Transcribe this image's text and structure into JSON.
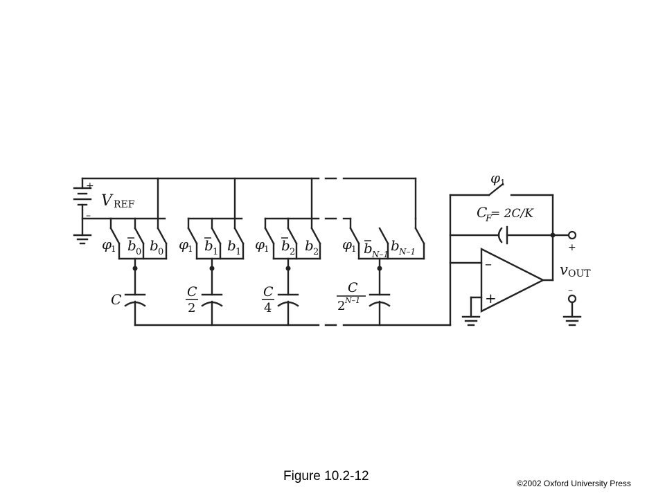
{
  "diagram": {
    "vref_label": "V",
    "vref_sub": "REF",
    "batt_plus": "+",
    "batt_minus": "–",
    "phi": "φ",
    "phi_sub": "1",
    "stages": [
      {
        "b": "b",
        "sub": "0",
        "cap": "C",
        "cap_den": ""
      },
      {
        "b": "b",
        "sub": "1",
        "cap": "C",
        "cap_den": "2"
      },
      {
        "b": "b",
        "sub": "2",
        "cap": "C",
        "cap_den": "4"
      },
      {
        "b": "b",
        "sub": "N–1",
        "cap": "C",
        "cap_den_base": "2",
        "cap_den_exp": "N–1"
      }
    ],
    "feedback_switch_label": "φ",
    "feedback_switch_sub": "1",
    "cf_label": "C",
    "cf_sub": "F",
    "cf_value": " = 2C/K",
    "opamp_minus": "–",
    "opamp_plus": "+",
    "out_plus": "+",
    "out_minus": "–",
    "vout": "v",
    "vout_sub": "OUT"
  },
  "caption": "Figure 10.2-12",
  "copyright": "©2002 Oxford University Press"
}
